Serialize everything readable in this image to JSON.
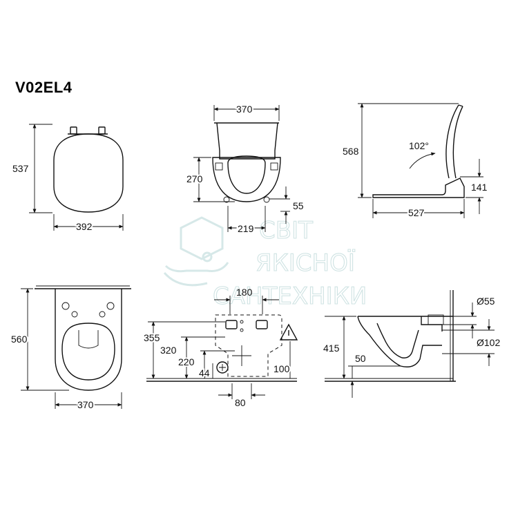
{
  "model_code": "V02EL4",
  "watermark": {
    "line1": "СВІТ",
    "line2": "ЯКІСНОЇ",
    "line3": "САНТЕХНІКИ",
    "color": "#cfe3e3"
  },
  "dimensions": {
    "seat_top_height": "537",
    "seat_top_width": "392",
    "seat_front_width": "370",
    "seat_front_height": "270",
    "seat_front_hinge_gap": "55",
    "seat_front_bottom_width": "219",
    "seat_side_height": "568",
    "seat_side_angle": "102°",
    "seat_side_hinge_height": "141",
    "seat_side_depth": "527",
    "bowl_top_length": "560",
    "bowl_top_width": "370",
    "wall_top_spacing": "180",
    "wall_h_355": "355",
    "wall_h_320": "320",
    "wall_h_220": "220",
    "wall_h_44": "44",
    "wall_h_100": "100",
    "wall_w_80": "80",
    "side_height": "415",
    "side_outlet_height": "50",
    "side_inlet_diameter": "Ø55",
    "side_outlet_diameter": "Ø102"
  }
}
